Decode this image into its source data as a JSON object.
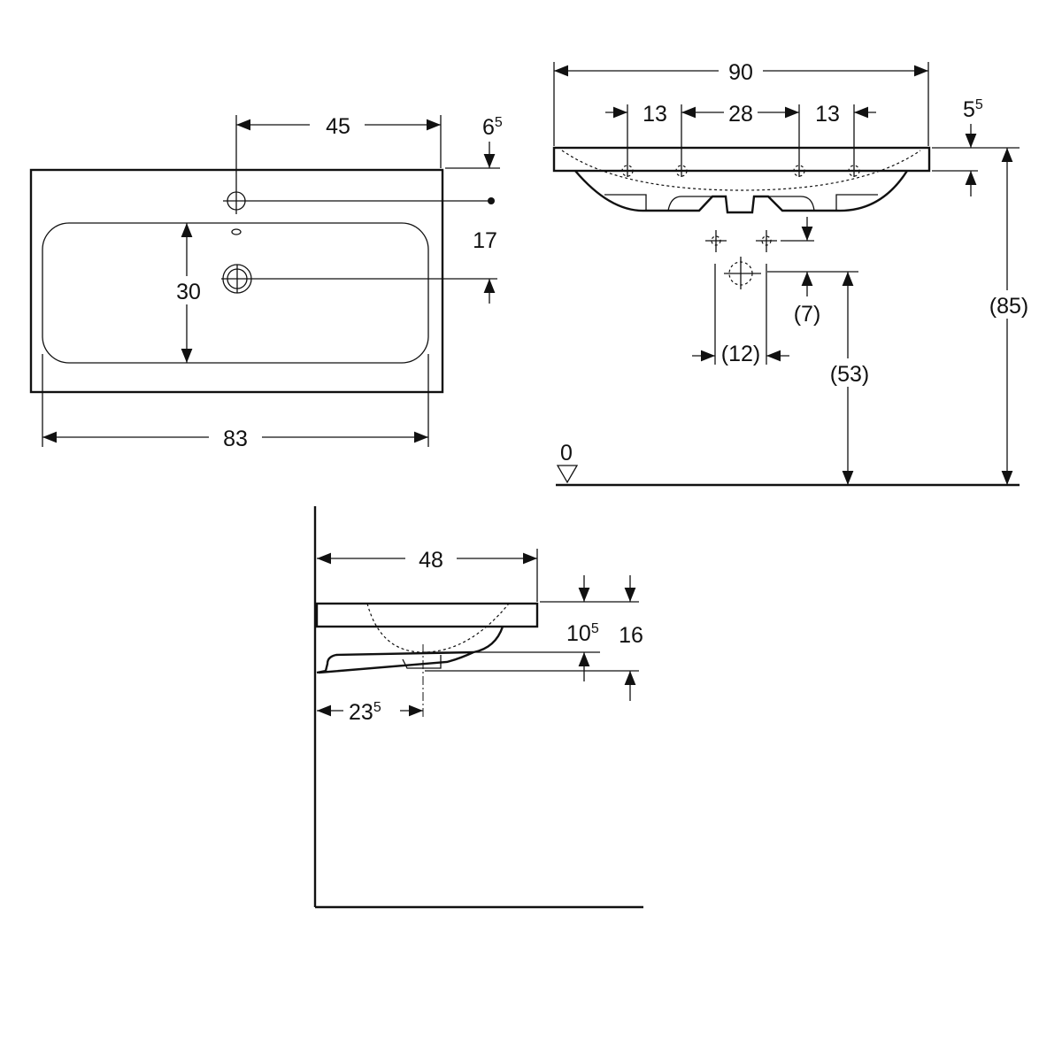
{
  "top_view": {
    "dim_tap_offset": "45",
    "dim_rim_base": "6",
    "dim_rim_sup": "5",
    "dim_tap_drain": "17",
    "dim_bowl_depth": "30",
    "dim_bowl_width": "83"
  },
  "front_view": {
    "dim_width": "90",
    "dim_hole_left": "13",
    "dim_hole_mid": "28",
    "dim_hole_right": "13",
    "dim_rim_base": "5",
    "dim_rim_sup": "5",
    "dim_drain_offset": "(7)",
    "dim_drain_spacing": "(12)",
    "dim_drain_height": "(53)",
    "dim_total_height": "(85)",
    "floor_level": "0"
  },
  "side_view": {
    "dim_depth": "48",
    "dim_bowl_base": "10",
    "dim_bowl_sup": "5",
    "dim_total": "16",
    "dim_drain_base": "23",
    "dim_drain_sup": "5"
  }
}
